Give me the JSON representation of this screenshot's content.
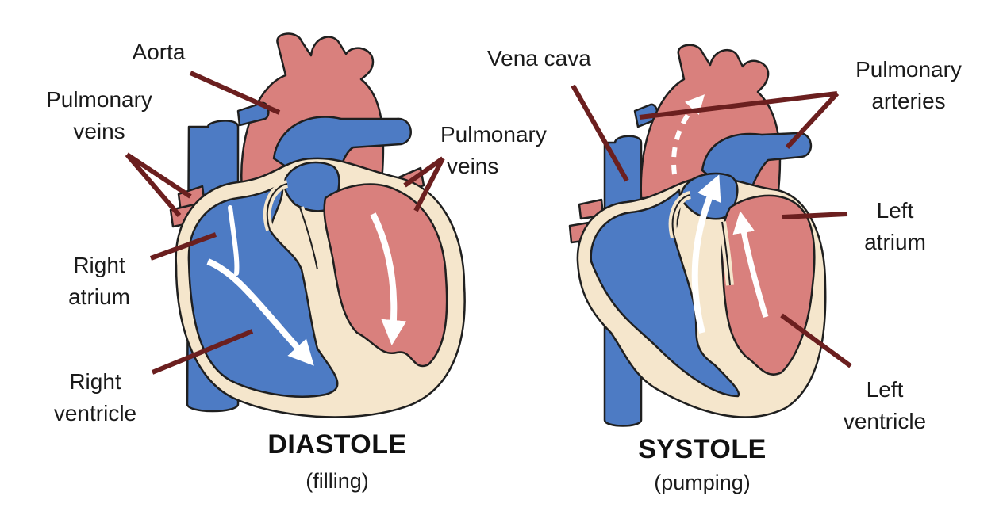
{
  "colors": {
    "blue": "#4d7bc4",
    "blue_dark": "#2c4f8f",
    "red": "#d9807d",
    "red_dark": "#a85a58",
    "tissue": "#f5e6cc",
    "leader": "#6b1f1f",
    "arrow": "#ffffff"
  },
  "diastole": {
    "title": "DIASTOLE",
    "subtitle": "(filling)",
    "labels": {
      "aorta": "Aorta",
      "pulmonary_veins_left": [
        "Pulmonary",
        "veins"
      ],
      "pulmonary_veins_right": [
        "Pulmonary",
        "veins"
      ],
      "right_atrium": [
        "Right",
        "atrium"
      ],
      "right_ventricle": [
        "Right",
        "ventricle"
      ]
    }
  },
  "systole": {
    "title": "SYSTOLE",
    "subtitle": "(pumping)",
    "labels": {
      "vena_cava": "Vena cava",
      "pulmonary_arteries": [
        "Pulmonary",
        "arteries"
      ],
      "left_atrium": [
        "Left",
        "atrium"
      ],
      "left_ventricle": [
        "Left",
        "ventricle"
      ]
    }
  }
}
